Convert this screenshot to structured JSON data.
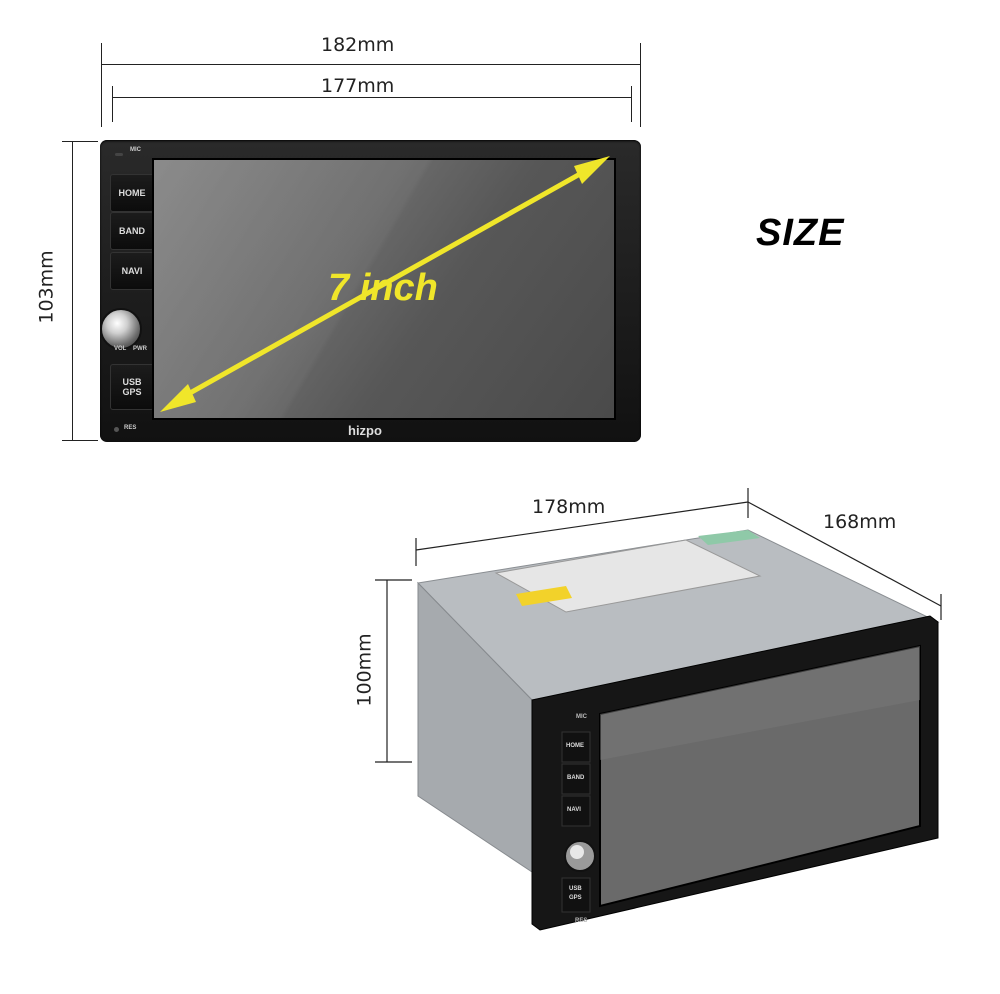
{
  "title": "SIZE",
  "screen_size": "7 inch",
  "front_view": {
    "width_outer": "182mm",
    "width_inner": "177mm",
    "height": "103mm",
    "brand": "hizpo",
    "labels": {
      "mic": "MIC",
      "home": "HOME",
      "band": "BAND",
      "navi": "NAVI",
      "vol": "VOL",
      "pwr": "PWR",
      "usb": "USB",
      "gps": "GPS",
      "res": "RES"
    }
  },
  "side_view": {
    "width": "178mm",
    "depth": "168mm",
    "height": "100mm",
    "labels": {
      "mic": "MIC",
      "home": "HOME",
      "band": "BAND",
      "navi": "NAVI",
      "usb": "USB",
      "gps": "GPS",
      "res": "RES"
    }
  },
  "colors": {
    "arrow": "#f0e62a",
    "bezel": "#151515",
    "screen": "#6c6c6c",
    "chassis": "#b8bcc0"
  }
}
